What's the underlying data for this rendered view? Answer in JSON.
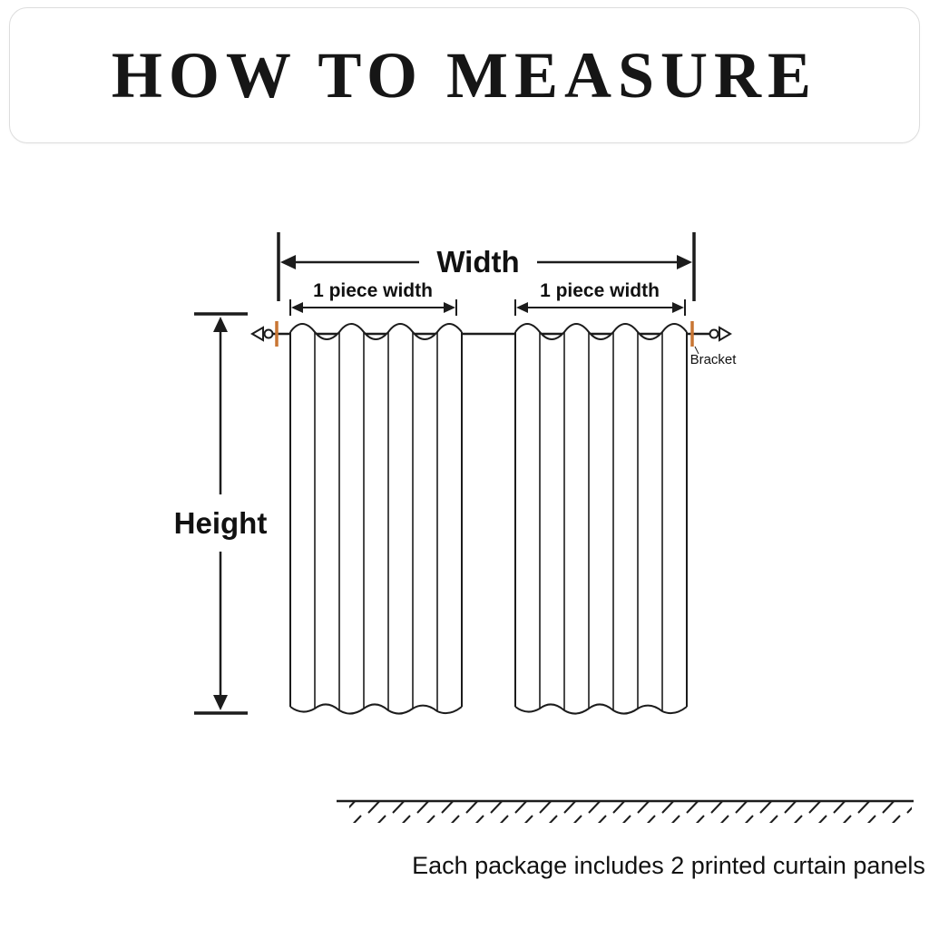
{
  "title": "HOW TO MEASURE",
  "diagram": {
    "width_label": "Width",
    "left_piece_label": "1 piece width",
    "right_piece_label": "1 piece width",
    "height_label": "Height",
    "bracket_label": "Bracket"
  },
  "footer": {
    "note": "Each package includes 2 printed curtain panels"
  },
  "colors": {
    "ink": "#1c1c1c",
    "bracket_marker": "#c87533",
    "card_border": "#dddddd"
  }
}
